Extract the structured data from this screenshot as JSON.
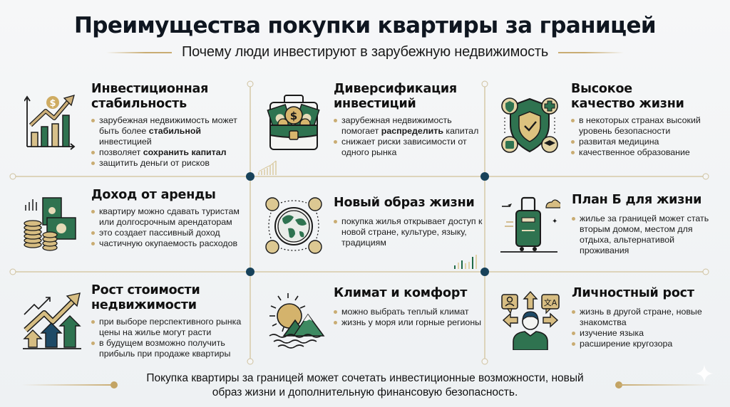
{
  "header": {
    "title": "Преимущества покупки квартиры за границей",
    "subtitle": "Почему люди инвестируют в зарубежную недвижимость"
  },
  "colors": {
    "accent_gold": "#c9ac72",
    "accent_green": "#2f7350",
    "node_dark": "#17425a",
    "grid_line": "#ddd4bb",
    "text": "#111111"
  },
  "cards": [
    {
      "icon": "growth-chart-dollar-icon",
      "title_line1": "Инвестиционная",
      "title_line2": "стабильность",
      "bullets": [
        {
          "pre": "зарубежная недвижимость может быть более ",
          "bold": "стабильной",
          "post": " инвестицией"
        },
        {
          "pre": "позволяет ",
          "bold": "сохранить капитал",
          "post": ""
        },
        {
          "pre": "защитить деньги от рисков",
          "bold": "",
          "post": ""
        }
      ]
    },
    {
      "icon": "briefcase-money-icon",
      "title_line1": "Диверсификация",
      "title_line2": "инвестиций",
      "bullets": [
        {
          "pre": "зарубежная недвижимость помогает ",
          "bold": "распределить",
          "post": " капитал"
        },
        {
          "pre": "снижает риски зависимости от одного рынка",
          "bold": "",
          "post": ""
        }
      ]
    },
    {
      "icon": "shield-check-icon",
      "title_line1": "Высокое",
      "title_line2": "качество жизни",
      "bullets": [
        {
          "pre": "в некоторых странах высокий уровень безопасности",
          "bold": "",
          "post": ""
        },
        {
          "pre": "развитая медицина",
          "bold": "",
          "post": ""
        },
        {
          "pre": "качественное образование",
          "bold": "",
          "post": ""
        }
      ]
    },
    {
      "icon": "coins-banknotes-icon",
      "title_line1": "Доход от аренды",
      "title_line2": "",
      "bullets": [
        {
          "pre": "квартиру можно сдавать туристам или долгосрочным арендаторам",
          "bold": "",
          "post": ""
        },
        {
          "pre": "это создает пассивный доход",
          "bold": "",
          "post": ""
        },
        {
          "pre": "частичную окупаемость расходов",
          "bold": "",
          "post": ""
        }
      ]
    },
    {
      "icon": "globe-cycle-icon",
      "title_line1": "Новый образ жизни",
      "title_line2": "",
      "bullets": [
        {
          "pre": "покупка жилья открывает доступ к новой стране, культуре, языку, традициям",
          "bold": "",
          "post": ""
        }
      ]
    },
    {
      "icon": "suitcase-travel-icon",
      "title_line1": "План Б для жизни",
      "title_line2": "",
      "bullets": [
        {
          "pre": "жилье за границей может стать вторым домом, местом для отдыха, альтернативой проживания",
          "bold": "",
          "post": ""
        }
      ]
    },
    {
      "icon": "rising-arrows-icon",
      "title_line1": "Рост стоимости",
      "title_line2": "недвижимости",
      "bullets": [
        {
          "pre": "при выборе перспективного рынка цены на жилье могут расти",
          "bold": "",
          "post": ""
        },
        {
          "pre": "в будущем возможно получить прибыль при продаже квартиры",
          "bold": "",
          "post": ""
        }
      ]
    },
    {
      "icon": "sun-mountains-sea-icon",
      "title_line1": "Климат и комфорт",
      "title_line2": "",
      "bullets": [
        {
          "pre": "можно выбрать теплый климат",
          "bold": "",
          "post": ""
        },
        {
          "pre": "жизнь у моря или горные регионы",
          "bold": "",
          "post": ""
        }
      ]
    },
    {
      "icon": "person-growth-icon",
      "title_line1": "Личностный рост",
      "title_line2": "",
      "bullets": [
        {
          "pre": "жизнь в другой стране, новые знакомства",
          "bold": "",
          "post": ""
        },
        {
          "pre": "изучение языка",
          "bold": "",
          "post": ""
        },
        {
          "pre": "расширение кругозора",
          "bold": "",
          "post": ""
        }
      ]
    }
  ],
  "footer": {
    "text": "Покупка квартиры за границей может сочетать инвестиционные возможности, новый образ жизни и дополнительную финансовую безопасность."
  }
}
